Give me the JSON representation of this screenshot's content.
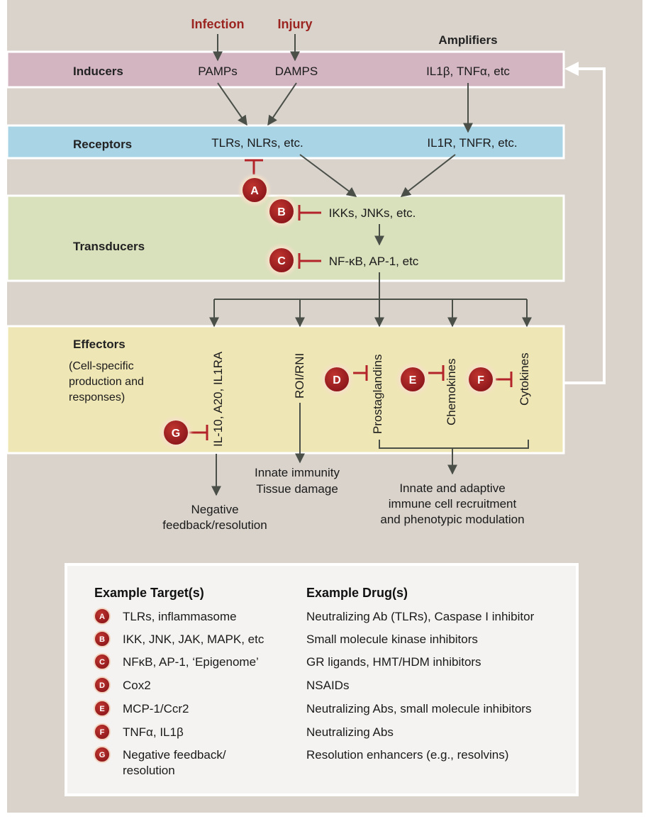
{
  "stimuli": {
    "infection": "Infection",
    "injury": "Injury"
  },
  "amplifiers_header": "Amplifiers",
  "rows": {
    "inducers": {
      "label": "Inducers",
      "pamps": "PAMPs",
      "damps": "DAMPS",
      "amplifiers": "IL1β, TNFα, etc"
    },
    "receptors": {
      "label": "Receptors",
      "left": "TLRs, NLRs, etc.",
      "right": "IL1R, TNFR, etc."
    },
    "transducers": {
      "label": "Transducers",
      "ikk": "IKKs, JNKs, etc.",
      "nfkb": "NF-κB, AP-1, etc"
    },
    "effectors": {
      "label": "Effectors",
      "sub1": "(Cell-specific",
      "sub2": "production and",
      "sub3": "responses)",
      "cols": [
        "IL-10, A20, IL1RA",
        "ROI/RNI",
        "Prostaglandins",
        "Chemokines",
        "Cytokines"
      ]
    }
  },
  "outcomes": {
    "negative_1": "Negative",
    "negative_2": "feedback/resolution",
    "innate_1": "Innate immunity",
    "innate_2": "Tissue damage",
    "recruit_1": "Innate and adaptive",
    "recruit_2": "immune cell recruitment",
    "recruit_3": "and phenotypic modulation"
  },
  "badges": {
    "a": "A",
    "b": "B",
    "c": "C",
    "d": "D",
    "e": "E",
    "f": "F",
    "g": "G"
  },
  "legend": {
    "target_header": "Example Target(s)",
    "drug_header": "Example Drug(s)",
    "rows": [
      {
        "badge": "A",
        "target": "TLRs, inflammasome",
        "target2": "",
        "drug": "Neutralizing Ab (TLRs), Caspase I inhibitor"
      },
      {
        "badge": "B",
        "target": "IKK, JNK, JAK, MAPK, etc",
        "target2": "",
        "drug": "Small molecule kinase inhibitors"
      },
      {
        "badge": "C",
        "target": "NFκB, AP-1, ‘Epigenome’",
        "target2": "",
        "drug": "GR ligands, HMT/HDM inhibitors"
      },
      {
        "badge": "D",
        "target": "Cox2",
        "target2": "",
        "drug": "NSAIDs"
      },
      {
        "badge": "E",
        "target": "MCP-1/Ccr2",
        "target2": "",
        "drug": "Neutralizing Abs, small molecule inhibitors"
      },
      {
        "badge": "F",
        "target": "TNFα, IL1β",
        "target2": "",
        "drug": "Neutralizing Abs"
      },
      {
        "badge": "G",
        "target": "Negative feedback/",
        "target2": "resolution",
        "drug": "Resolution enhancers (e.g., resolvins)"
      }
    ]
  },
  "colors": {
    "background": "#d9d3cc",
    "inducers_band": "#d2b5c1",
    "receptors_band": "#a9d4e6",
    "transducers_band": "#d9e0bc",
    "effectors_band": "#efe6b6",
    "badge": "#a21d22",
    "stimulus_text": "#9b2420",
    "arrow": "#4a4f48"
  }
}
